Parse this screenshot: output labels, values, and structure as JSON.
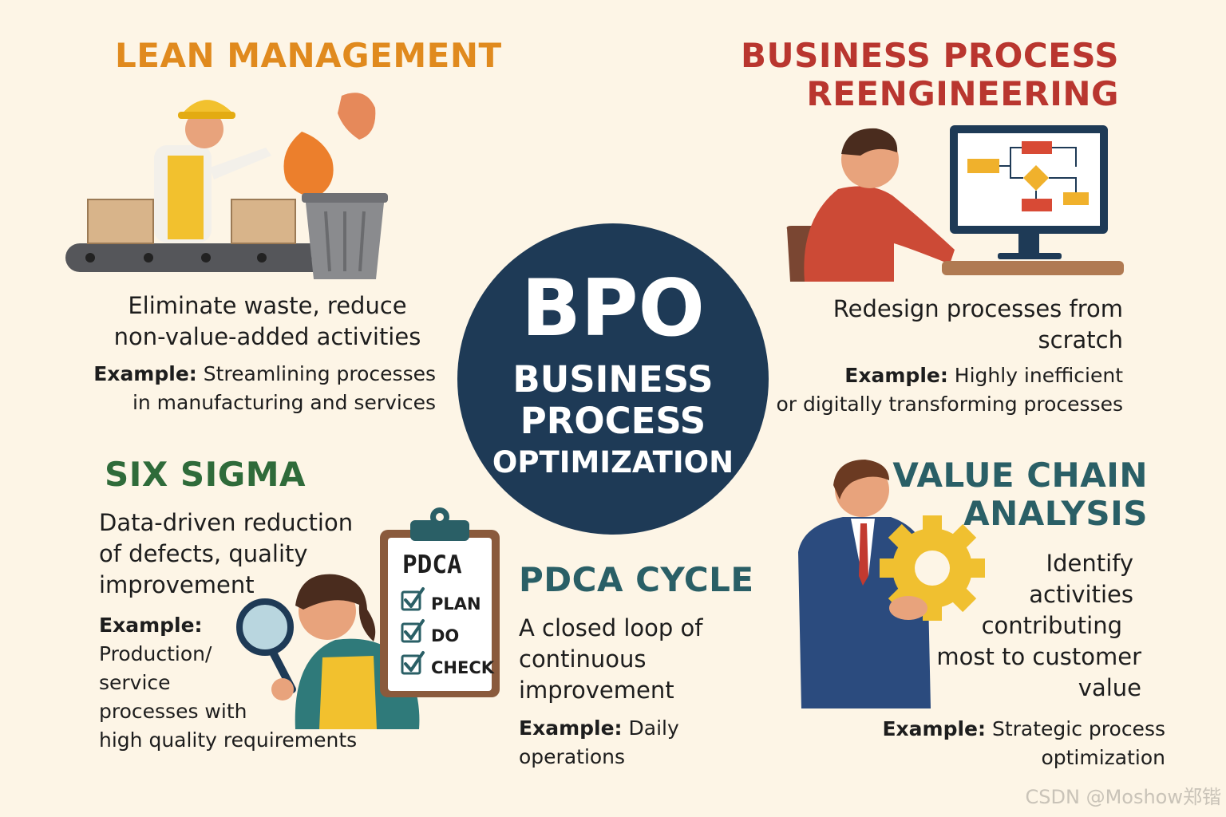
{
  "center": {
    "acronym": "BPO",
    "line1": "BUSINESS",
    "line2": "PROCESS",
    "line3": "OPTIMIZATION"
  },
  "lean": {
    "title": "LEAN MANAGEMENT",
    "desc_line1": "Eliminate waste, reduce",
    "desc_line2": "non-value-added activities",
    "example_label": "Example:",
    "example_line1": " Streamlining processes",
    "example_line2": "in manufacturing and services"
  },
  "bpr": {
    "title_line1": "BUSINESS PROCESS",
    "title_line2": "REENGINEERING",
    "desc_line1": "Redesign processes from",
    "desc_line2": "scratch",
    "example_label": "Example:",
    "example_line1": " Highly inefficient",
    "example_line2": "or digitally transforming processes"
  },
  "six_sigma": {
    "title": "SIX SIGMA",
    "desc_line1": "Data-driven reduction",
    "desc_line2": "of defects, quality",
    "desc_line3": "improvement",
    "example_label": "Example:",
    "example_line1": "Production/",
    "example_line2": "service",
    "example_line3": "processes with",
    "example_line4": "high quality requirements"
  },
  "pdca": {
    "title": "PDCA CYCLE",
    "desc_line1": "A closed loop of",
    "desc_line2": "continuous",
    "desc_line3": "improvement",
    "example_label": "Example:",
    "example_line1": " Daily",
    "example_line2": "operations",
    "clipboard_title": "PDCA",
    "clipboard_items": [
      "PLAN",
      "DO",
      "CHECK"
    ]
  },
  "vca": {
    "title_line1": "VALUE CHAIN",
    "title_line2": "ANALYSIS",
    "desc_line1": "Identify",
    "desc_line2": "activities",
    "desc_line3": "contributing",
    "desc_line4": "most to customer",
    "desc_line5": "value",
    "example_label": "Example:",
    "example_line1": " Strategic process",
    "example_line2": "optimization"
  },
  "watermark": "CSDN @Moshow郑锴",
  "colors": {
    "lean": "#e08a1e",
    "bpr": "#b9362f",
    "six_sigma": "#2f6b3a",
    "pdca": "#2a5f66",
    "vca": "#2a5f66",
    "circle": "#1e3a56"
  }
}
